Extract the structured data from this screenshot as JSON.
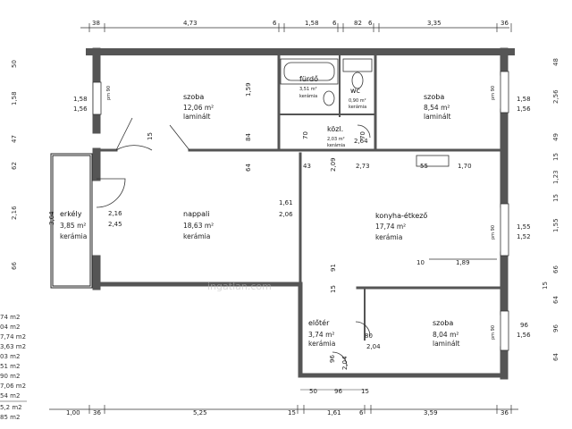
{
  "top_dims": [
    "38",
    "4,73",
    "6",
    "1,58",
    "6",
    "82",
    "6",
    "3,35",
    "36"
  ],
  "bottom_dims": [
    "1,00",
    "36",
    "5,25",
    "15",
    "1,61",
    "6",
    "3,59",
    "36"
  ],
  "rooms": [
    {
      "id": "szoba1",
      "name": "szoba",
      "area": "12,06 m²",
      "floor": "laminált"
    },
    {
      "id": "furdo",
      "name": "fürdő",
      "area": "3,51 m²",
      "floor": "kerámia"
    },
    {
      "id": "wc",
      "name": "wc",
      "area": "0,90 m²",
      "floor": "kerámia"
    },
    {
      "id": "kozl",
      "name": "közl.",
      "area": "2,03 m²",
      "floor": "kerámia"
    },
    {
      "id": "szoba2",
      "name": "szoba",
      "area": "8,54 m²",
      "floor": "laminált"
    },
    {
      "id": "erkely",
      "name": "erkély",
      "area": "3,85 m²",
      "floor": "kerámia"
    },
    {
      "id": "nappali",
      "name": "nappali",
      "area": "18,63 m²",
      "floor": "kerámia"
    },
    {
      "id": "konyha",
      "name": "konyha-étkező",
      "area": "17,74 m²",
      "floor": "kerámia"
    },
    {
      "id": "eloter",
      "name": "előtér",
      "area": "3,74 m²",
      "floor": "kerámia"
    },
    {
      "id": "szoba3",
      "name": "szoba",
      "area": "8,04 m²",
      "floor": "laminált"
    }
  ],
  "inner_dims": {
    "w_158": "1,58",
    "w_156": "1,56",
    "p90": "90",
    "v159": "1,59",
    "v84": "84",
    "v64": "64",
    "v15": "15",
    "d15_a": "15",
    "d70_a": "70",
    "d70_b": "70",
    "d2_64": "2,64",
    "d43": "43",
    "d209": "2,09",
    "d273": "2,73",
    "d55": "55",
    "d170": "1,70",
    "d216": "2,16",
    "d245": "2,45",
    "d161": "1,61",
    "d206": "2,06",
    "d155": "1,55",
    "d152": "1,52",
    "d10": "10",
    "d189": "1,89",
    "d91": "91",
    "d15b": "15",
    "d80": "80",
    "d204a": "2,04",
    "d96": "96",
    "d204b": "2,04",
    "d96r": "96",
    "d156r": "1,56",
    "d50": "50",
    "d96b": "96",
    "d15c": "15",
    "d158r": "1,58",
    "d156rr": "1,56",
    "d364": "3,64"
  },
  "left_dims": [
    "50",
    "1,58",
    "47",
    "62",
    "2,16",
    "66"
  ],
  "right_dims": [
    "48",
    "2,56",
    "49",
    "15",
    "1,23",
    "15",
    "1,55",
    "66",
    "15",
    "64",
    "96",
    "64"
  ],
  "area_list": [
    "74 m2",
    "04 m2",
    "7,74 m2",
    "3,63 m2",
    "03 m2",
    "51 m2",
    "90 m2",
    "7,06 m2",
    "54 m2",
    "5,2 m2",
    "85 m2"
  ],
  "watermark": "ingatlan.com"
}
